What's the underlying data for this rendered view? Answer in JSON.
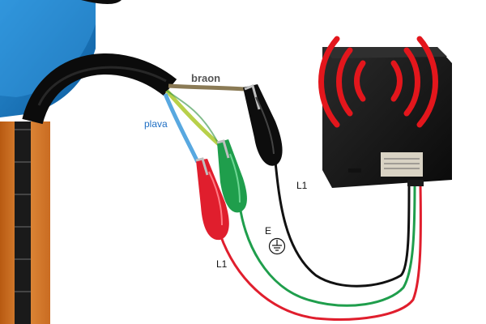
{
  "labels": {
    "brown_wire": "braon",
    "blue_wire": "plava",
    "black_clip": "L1",
    "earth_clip": "E",
    "red_clip": "L1"
  },
  "icons": [
    "ground-symbol-icon",
    "wireless-signal-icon"
  ],
  "colors": {
    "brown_wire": "#8a7a55",
    "blue_wire": "#58a8e0",
    "earth_wire": "#b8d04a",
    "black_lead": "#111111",
    "green_lead": "#1f9e4c",
    "red_lead": "#e01e2d",
    "signal_waves": "#e3161c",
    "blue_label": "#1f6fc4"
  }
}
